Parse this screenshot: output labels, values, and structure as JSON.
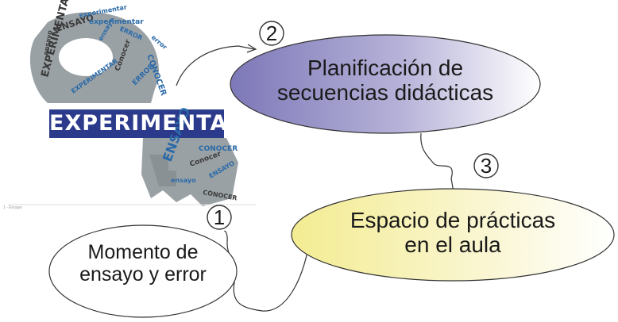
{
  "key_image": {
    "banner_label": "EXPERIMENTAR",
    "cloud_words": [
      "ENSAYO",
      "experimentar",
      "ERROR",
      "EXPERIMENTAR",
      "CONOCER",
      "ensayo",
      "Conocer",
      "EXPERIMENTAR",
      "ERROR",
      "ensayo",
      "ENSAYO",
      "CONOCER",
      "Conocer",
      "ensayo",
      "ENSAYO",
      "CONOCER",
      "experimentar",
      "error"
    ],
    "colors": {
      "banner": "#2c3a8c",
      "key_metal": "#9aa1a5",
      "word_blue": "#2a6aa8",
      "word_dark": "#3a3a3a"
    }
  },
  "steps": [
    {
      "number": "2",
      "text_lines": [
        "Planificación de",
        "secuencias didácticas"
      ],
      "fill": "#9e9bc9"
    },
    {
      "number": "3",
      "text_lines": [
        "Espacio de prácticas",
        "en el aula"
      ],
      "fill": "#f6f1b4"
    },
    {
      "number": "1",
      "text_lines": [
        "Momento de",
        "ensayo y error"
      ],
      "fill": "#ffffff"
    }
  ],
  "caption_small": "1 - Ensayo"
}
